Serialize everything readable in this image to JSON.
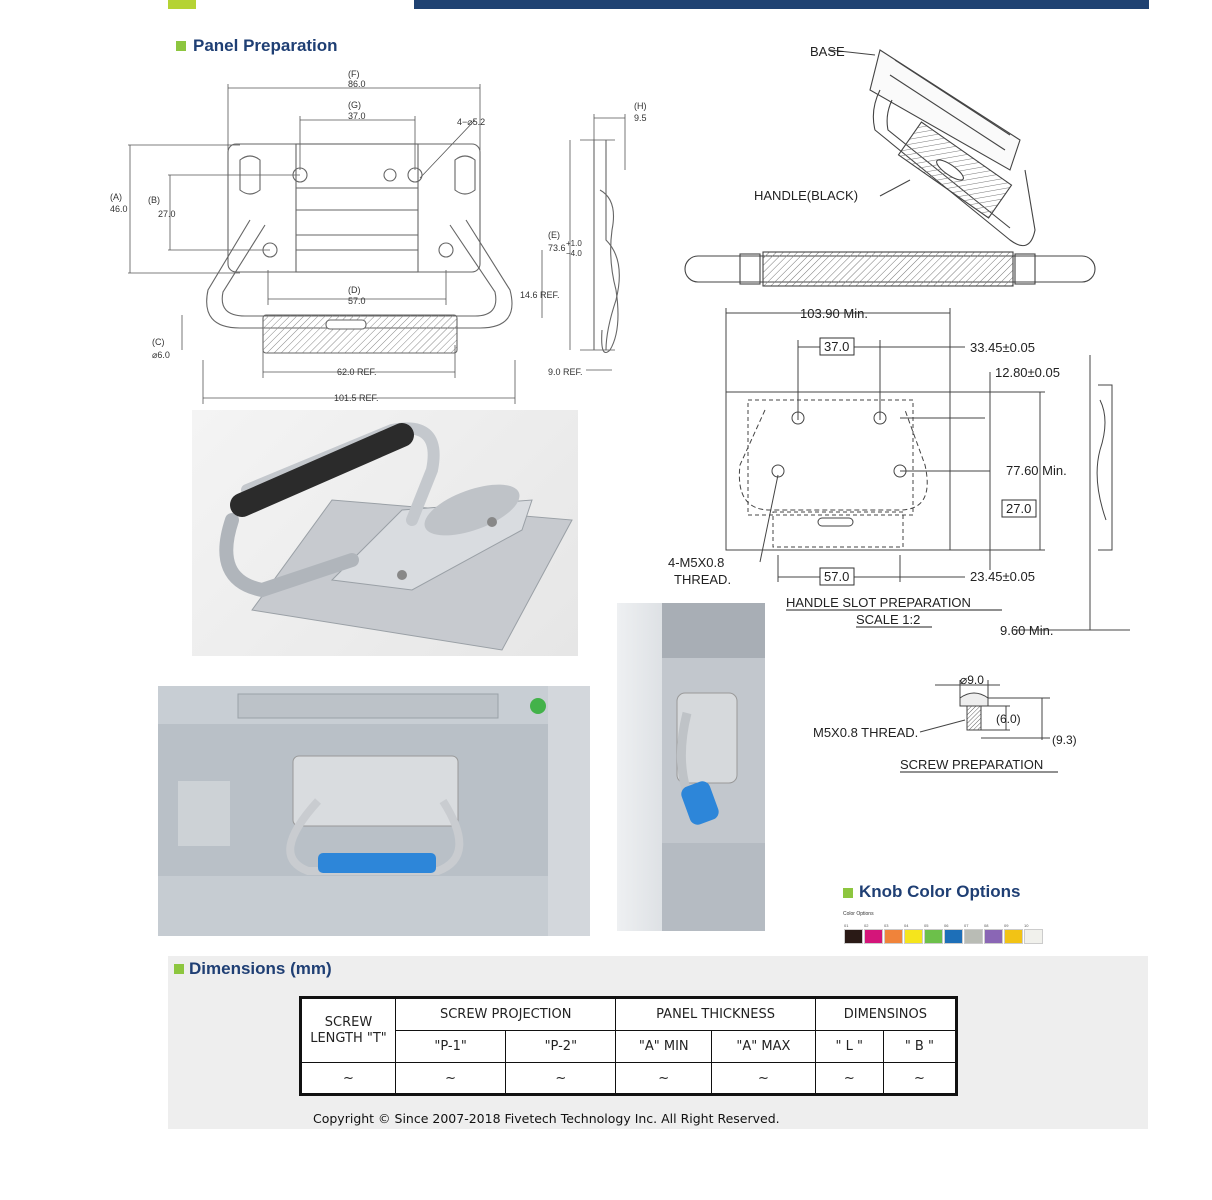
{
  "sections": {
    "panel_prep": "Panel Preparation",
    "knob_colors": "Knob Color Options",
    "dimensions": "Dimensions (mm)"
  },
  "drawing_left": {
    "F": "(F)",
    "F_val": "86.0",
    "G": "(G)",
    "G_val": "37.0",
    "holes": "4−⌀5.2",
    "H": "(H)",
    "H_val": "9.5",
    "A": "(A)",
    "A_val": "46.0",
    "B": "(B)",
    "B_val": "27.0",
    "E": "(E)",
    "E_val": "73.6",
    "E_tol_plus": "+1.0",
    "E_tol_minus": "−4.0",
    "D": "(D)",
    "D_val": "57.0",
    "ref_14_6": "14.6 REF.",
    "C": "(C)",
    "C_val": "⌀6.0",
    "ref_62": "62.0 REF.",
    "ref_9": "9.0 REF.",
    "ref_101_5": "101.5 REF."
  },
  "drawing_right": {
    "base": "BASE",
    "handle": "HANDLE(BLACK)",
    "min_103_9": "103.90 Min.",
    "box_37": "37.0",
    "d_33_45": "33.45±0.05",
    "d_12_8": "12.80±0.05",
    "min_77_6": "77.60 Min.",
    "box_27": "27.0",
    "thread_line1": "4-M5X0.8",
    "thread_line2": "THREAD.",
    "box_57": "57.0",
    "d_23_45": "23.45±0.05",
    "slot_title": "HANDLE SLOT PREPARATION",
    "slot_scale": "SCALE 1:2",
    "min_9_6": "9.60 Min."
  },
  "screw_prep": {
    "phi": "⌀9.0",
    "d6": "(6.0)",
    "d9_3": "(9.3)",
    "thread": "M5X0.8 THREAD.",
    "title": "SCREW PREPARATION"
  },
  "knob_colors": {
    "label": "Color Options",
    "swatches": [
      "#2a1a16",
      "#d4157a",
      "#f0833a",
      "#f5e51c",
      "#6cc04a",
      "#1d6fb8",
      "#b9bcb5",
      "#8a66b5",
      "#f2c315",
      "#f1f1ec"
    ],
    "numbers": [
      "01",
      "02",
      "03",
      "04",
      "05",
      "06",
      "07",
      "08",
      "09",
      "10"
    ]
  },
  "table": {
    "h_screw_length": "SCREW LENGTH \"T\"",
    "h_screw_projection": "SCREW PROJECTION",
    "h_panel_thickness": "PANEL THICKNESS",
    "h_dimensions": "DIMENSINOS",
    "sub_p1": "\"P-1\"",
    "sub_p2": "\"P-2\"",
    "sub_a_min": "\"A\" MIN",
    "sub_a_max": "\"A\" MAX",
    "sub_l": "\" L \"",
    "sub_b": "\" B \"",
    "row": [
      "~",
      "~",
      "~",
      "~",
      "~",
      "~",
      "~"
    ]
  },
  "copyright": "Copyright © Since 2007-2018 Fivetech Technology Inc. All Right Reserved.",
  "colors": {
    "header_bar": "#1f4272",
    "accent_green": "#8dc63f",
    "title_blue": "#1f3f74",
    "panel_grey": "#eeeeee"
  }
}
